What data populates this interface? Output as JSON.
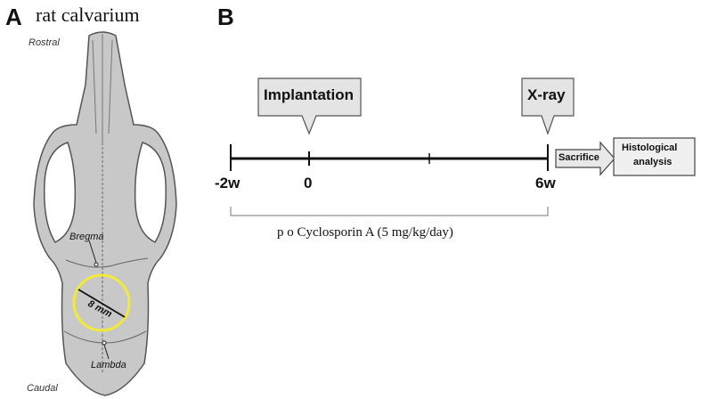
{
  "panel_a": {
    "letter": "A",
    "title": "rat calvarium",
    "rostral_label": "Rostral",
    "caudal_label": "Caudal",
    "bregma_label": "Bregma",
    "lambda_label": "Lambda",
    "defect_label": "8 mm"
  },
  "panel_b": {
    "letter": "B",
    "ticks": [
      "-2w",
      "0",
      "6w"
    ],
    "implantation_label": "Implantation",
    "xray_label": "X-ray",
    "sacrifice_label": "Sacrifice",
    "histology_line1": "Histological",
    "histology_line2": "analysis",
    "treatment_label": "p o Cyclosporin A (5 mg/kg/day)"
  },
  "colors": {
    "skull_fill": "#c8c8c8",
    "skull_stroke": "#555555",
    "defect_circle": "#f2ea3a",
    "callout_fill": "#e4e4e4"
  }
}
